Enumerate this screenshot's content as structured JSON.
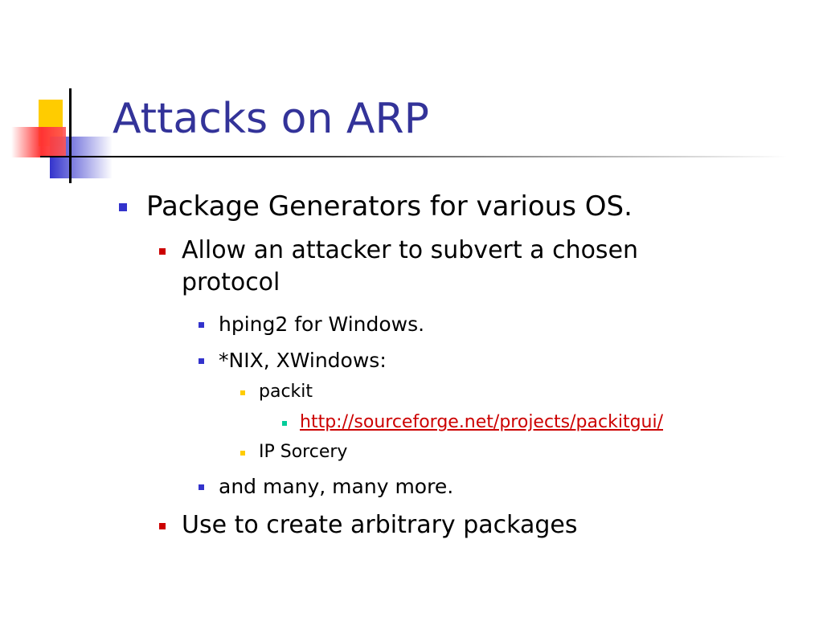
{
  "slide": {
    "title": "Attacks on ARP",
    "colors": {
      "title": "#333399",
      "bullet_level1": "#3333cc",
      "bullet_level2": "#cc0000",
      "bullet_level3": "#3333cc",
      "bullet_level4": "#ffcc00",
      "bullet_level5": "#00cc99",
      "link": "#cc0000"
    },
    "bullets": [
      {
        "level": 1,
        "text": "Package Generators for various OS."
      },
      {
        "level": 2,
        "text": "Allow an attacker to subvert a chosen",
        "text2": "protocol"
      },
      {
        "level": 3,
        "text": "hping2 for Windows."
      },
      {
        "level": 3,
        "text": "*NIX, XWindows:"
      },
      {
        "level": 4,
        "text": "packit"
      },
      {
        "level": 5,
        "text": "http://sourceforge.net/projects/packitgui/",
        "is_link": true
      },
      {
        "level": 4,
        "text": "IP Sorcery"
      },
      {
        "level": 3,
        "text": "and many, many more."
      },
      {
        "level": 2,
        "text": "Use to create arbitrary packages"
      }
    ]
  }
}
